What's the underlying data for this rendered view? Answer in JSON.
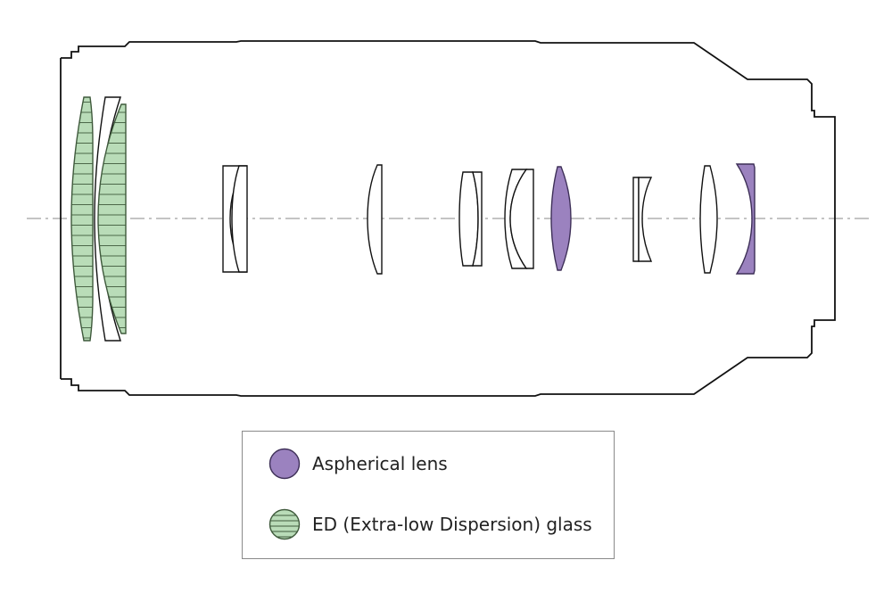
{
  "colors": {
    "aspherical": "#9b82bf",
    "aspherical_stroke": "#3d2f57",
    "ed_glass": "#b9dcb8",
    "ed_stroke": "#3f5a3c",
    "outline": "#111111",
    "axis": "#888888"
  },
  "legend": {
    "items": [
      {
        "key": "aspherical",
        "label": "Aspherical lens",
        "icon": "aspherical-swatch-icon"
      },
      {
        "key": "ed",
        "label": "ED (Extra-low Dispersion) glass",
        "icon": "ed-glass-swatch-icon"
      }
    ]
  }
}
